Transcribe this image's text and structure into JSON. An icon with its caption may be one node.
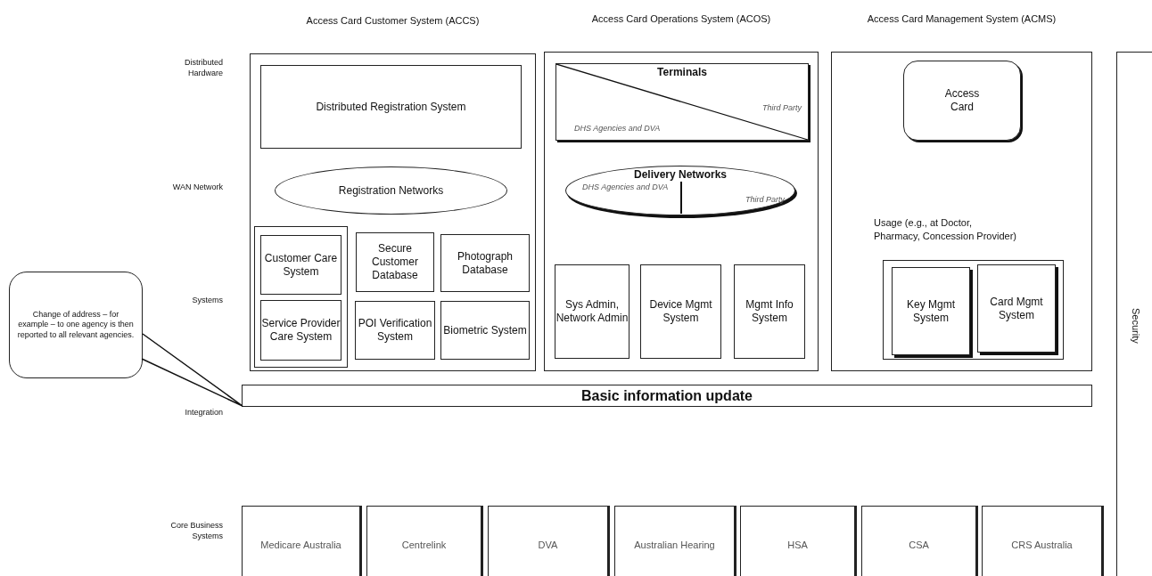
{
  "diagram": {
    "nodes": [
      {
        "text": [
          "Access Card Customer System (ACCS)"
        ]
      },
      {
        "text": [
          "Distributed Registration System"
        ],
        "in": 0
      },
      {
        "text": [
          "Registration Networks"
        ],
        "in": 0
      },
      {
        "text": [],
        "shape": "box",
        "in": 0
      },
      {
        "text": [
          "Customer Care System"
        ],
        "in": 3
      },
      {
        "text": [
          "Service Provider Care System"
        ],
        "in": 3
      },
      {
        "text": [
          "Secure Customer Database"
        ],
        "in": 0
      },
      {
        "text": [
          "Photograph Database"
        ],
        "in": 0
      },
      {
        "text": [
          "POI Verification System"
        ],
        "in": 0
      },
      {
        "text": [
          "Biometric System"
        ],
        "in": 0
      },
      {
        "text": [
          "Access Card Operations System (ACOS)"
        ]
      },
      {
        "text": [
          "Terminals",
          "DHS Agencies and DVA",
          "Third Party"
        ],
        "in": 10
      },
      {
        "text": [
          "Delivery Networks",
          "DHS Agencies and DVA",
          "Third Party"
        ],
        "in": 10
      },
      {
        "text": [
          "Sys Admin, Network Admin"
        ],
        "in": 10
      },
      {
        "text": [
          "Device Mgmt System"
        ],
        "in": 10
      },
      {
        "text": [
          "Mgmt Info System"
        ],
        "in": 10
      },
      {
        "text": [
          "Access Card Management System (ACMS)"
        ]
      },
      {
        "text": [
          "Access Card"
        ],
        "in": 16
      },
      {
        "text": [],
        "shape": "box",
        "in": 16
      },
      {
        "text": [
          "Key Mgmt System"
        ],
        "in": 18
      },
      {
        "text": [
          "Card Mgmt System"
        ],
        "in": 18
      },
      {
        "text": [
          "Security"
        ]
      },
      {
        "text": [
          "Basic information update"
        ]
      },
      {
        "text": [
          "Change of address – for example – to one agency is then reported to all relevant agencies."
        ]
      },
      {
        "text": [
          "Medicare Australia"
        ]
      },
      {
        "text": [
          "Centrelink"
        ]
      },
      {
        "text": [
          "DVA"
        ]
      },
      {
        "text": [
          "Australian Hearing"
        ]
      },
      {
        "text": [
          "HSA"
        ]
      },
      {
        "text": [
          "CSA"
        ]
      },
      {
        "text": [
          "CRS Australia"
        ]
      }
    ],
    "edges": [
      {
        "from": 23,
        "to": 22,
        "arrow": "none"
      }
    ],
    "labels": [
      "Distributed Hardware",
      "WAN Network",
      "Usage (e.g., at Doctor, Pharmacy, Concession Provider)",
      "Systems",
      "Integration",
      "Core Business Systems"
    ]
  }
}
